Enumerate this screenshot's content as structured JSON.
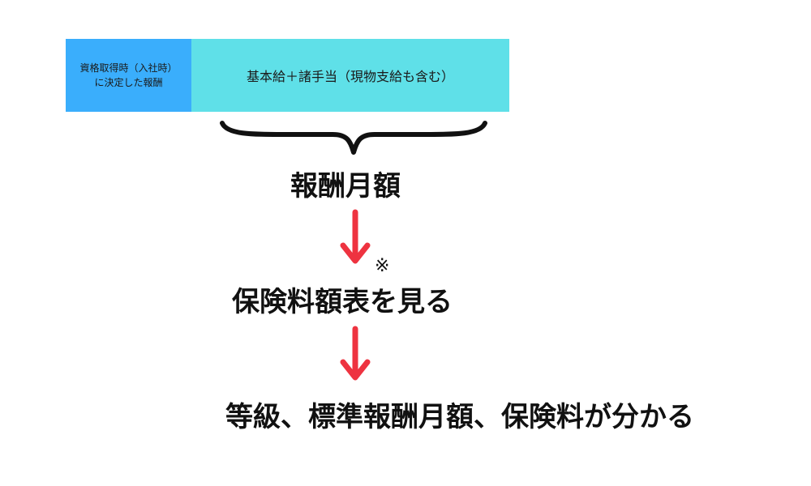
{
  "top_bar": {
    "left_lines": [
      "資格取得時（入社時）",
      "に決定した報酬"
    ],
    "right_text": "基本給＋諸手当（現物支給も含む）",
    "left_color": "#3aaefc",
    "right_color": "#5fe0e8"
  },
  "steps": {
    "monthly_pay": "報酬月額",
    "view_table": "保険料額表を見る",
    "note_mark": "※",
    "result": "等級、標準報酬月額、保険料が分かる"
  },
  "colors": {
    "arrow": "#ee3340",
    "brace": "#111111"
  },
  "icons": {
    "arrow": "down-arrow-icon",
    "brace": "curly-brace-icon"
  }
}
